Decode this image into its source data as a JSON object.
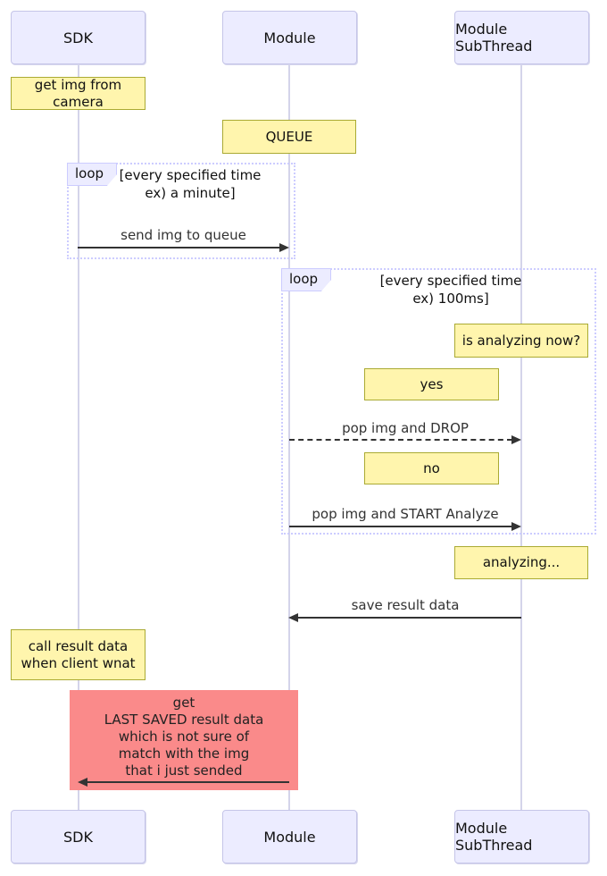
{
  "participants": [
    {
      "id": "sdk",
      "label": "SDK"
    },
    {
      "id": "module",
      "label": "Module"
    },
    {
      "id": "subthread",
      "label": "Module SubThread"
    }
  ],
  "notes": {
    "camera": "get img from camera",
    "queue": "QUEUE",
    "is_analyzing": "is analyzing now?",
    "yes": "yes",
    "no": "no",
    "analyzing": "analyzing...",
    "call_result": "call result data\nwhen client wnat"
  },
  "loops": [
    {
      "label": "loop",
      "condition": "[every specified time\nex) a minute]"
    },
    {
      "label": "loop",
      "condition": "[every specified time\nex) 100ms]"
    }
  ],
  "messages": [
    {
      "label": "send img to queue",
      "from": "SDK",
      "to": "Module",
      "style": "solid"
    },
    {
      "label": "pop img and DROP",
      "from": "Module",
      "to": "Module SubThread",
      "style": "dashed"
    },
    {
      "label": "pop img and START Analyze",
      "from": "Module",
      "to": "Module SubThread",
      "style": "solid"
    },
    {
      "label": "save result data",
      "from": "Module SubThread",
      "to": "Module",
      "style": "solid"
    }
  ],
  "highlight": {
    "text": "get\nLAST SAVED result data\nwhich is not sure of\nmatch with the img\nthat i just sended",
    "from": "Module",
    "to": "SDK",
    "fill": "#FA8A8A"
  },
  "colors": {
    "participant_fill": "#ECECFF",
    "participant_border": "#C5C5E8",
    "note_fill": "#FFF5AD",
    "note_border": "#AAAA33",
    "loop_border": "#CCCCFF",
    "lifeline": "#D4D4EA",
    "message_line": "#333333",
    "highlight_fill": "#FA8A8A",
    "background": "#FFFFFF"
  }
}
